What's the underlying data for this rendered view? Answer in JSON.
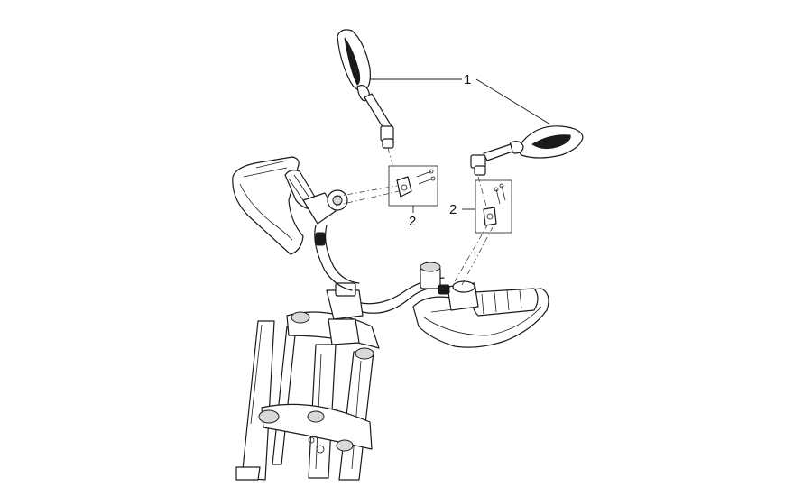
{
  "callouts": [
    {
      "id": "mirror",
      "label": "1"
    },
    {
      "id": "bracket-left",
      "label": "2"
    },
    {
      "id": "bracket-right",
      "label": "2"
    }
  ]
}
